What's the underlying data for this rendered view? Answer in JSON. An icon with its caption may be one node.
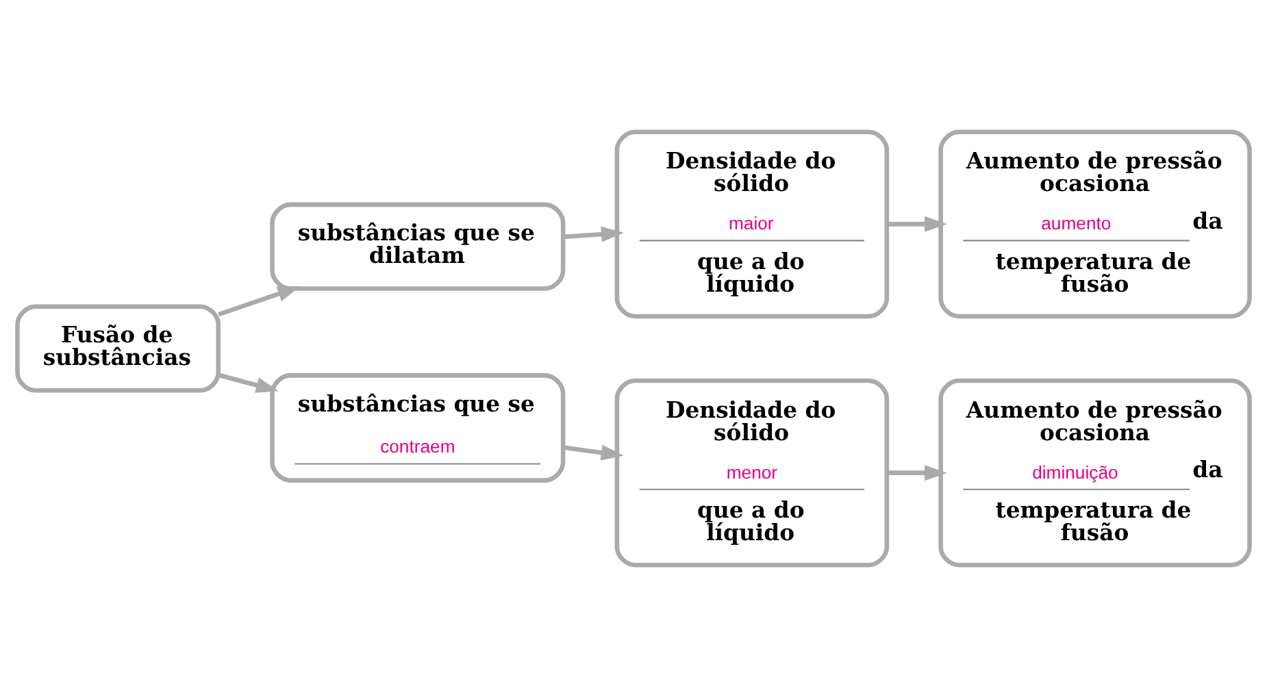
{
  "diagram": {
    "nodes": [
      {
        "text": [
          "Fusão de substâncias"
        ]
      },
      {
        "text": [
          "substâncias que se dilatam"
        ]
      },
      {
        "text": [
          "Densidade do sólido",
          "maior",
          "que a do líquido"
        ]
      },
      {
        "text": [
          "Aumento de pressão ocasiona",
          "aumento",
          "da",
          "temperatura de fusão"
        ]
      },
      {
        "text": [
          "substâncias que se",
          "contraem"
        ]
      },
      {
        "text": [
          "Densidade do sólido",
          "menor",
          "que a do líquido"
        ]
      },
      {
        "text": [
          "Aumento de pressão ocasiona",
          "diminuição",
          "da",
          "temperatura de fusão"
        ]
      }
    ],
    "edges": [
      {
        "from": 0,
        "to": 1,
        "arrow": "to"
      },
      {
        "from": 0,
        "to": 4,
        "arrow": "to"
      },
      {
        "from": 1,
        "to": 2,
        "arrow": "to"
      },
      {
        "from": 2,
        "to": 3,
        "arrow": "to"
      },
      {
        "from": 4,
        "to": 5,
        "arrow": "to"
      },
      {
        "from": 5,
        "to": 6,
        "arrow": "to"
      }
    ]
  }
}
